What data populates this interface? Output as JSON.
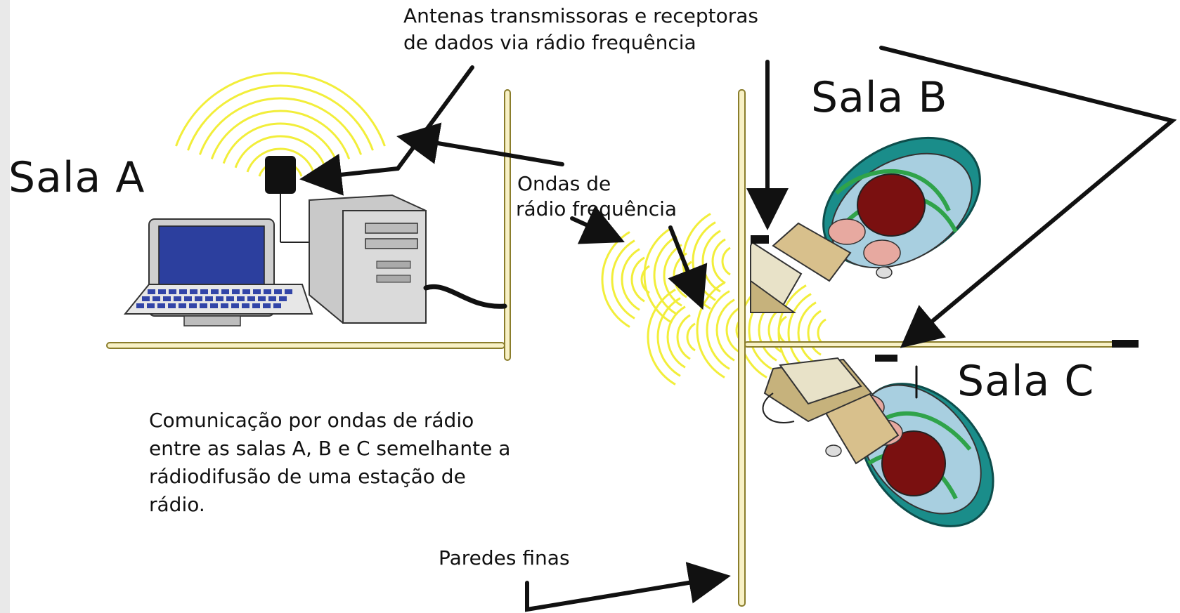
{
  "labels": {
    "antennas_line1": "Antenas transmissoras e receptoras",
    "antennas_line2": "de dados via rádio frequência",
    "room_a": "Sala A",
    "room_b": "Sala B",
    "room_c": "Sala C",
    "waves_line1": "Ondas de",
    "waves_line2": "rádio frequência",
    "description_line1": "Comunicação por ondas de rádio",
    "description_line2": "entre as salas A, B e C semelhante a",
    "description_line3": "rádiodifusão de uma estação de",
    "description_line4": "rádio.",
    "walls": "Paredes finas"
  },
  "colors": {
    "wave": "#f2ee3a",
    "wall_fill": "#f8f1c6",
    "wall_stroke": "#8a7d2c",
    "arrow": "#111111",
    "monitor_screen": "#2c3f9e",
    "computer_body": "#c9c9c9",
    "chair": "#1a8d8a",
    "hair": "#7a1010",
    "straps": "#2fa34a"
  },
  "icons": {
    "antenna_a": "antenna-icon",
    "computer_a": "desktop-computer-icon",
    "person_b": "person-at-desk-icon",
    "person_c": "person-at-desk-icon"
  }
}
